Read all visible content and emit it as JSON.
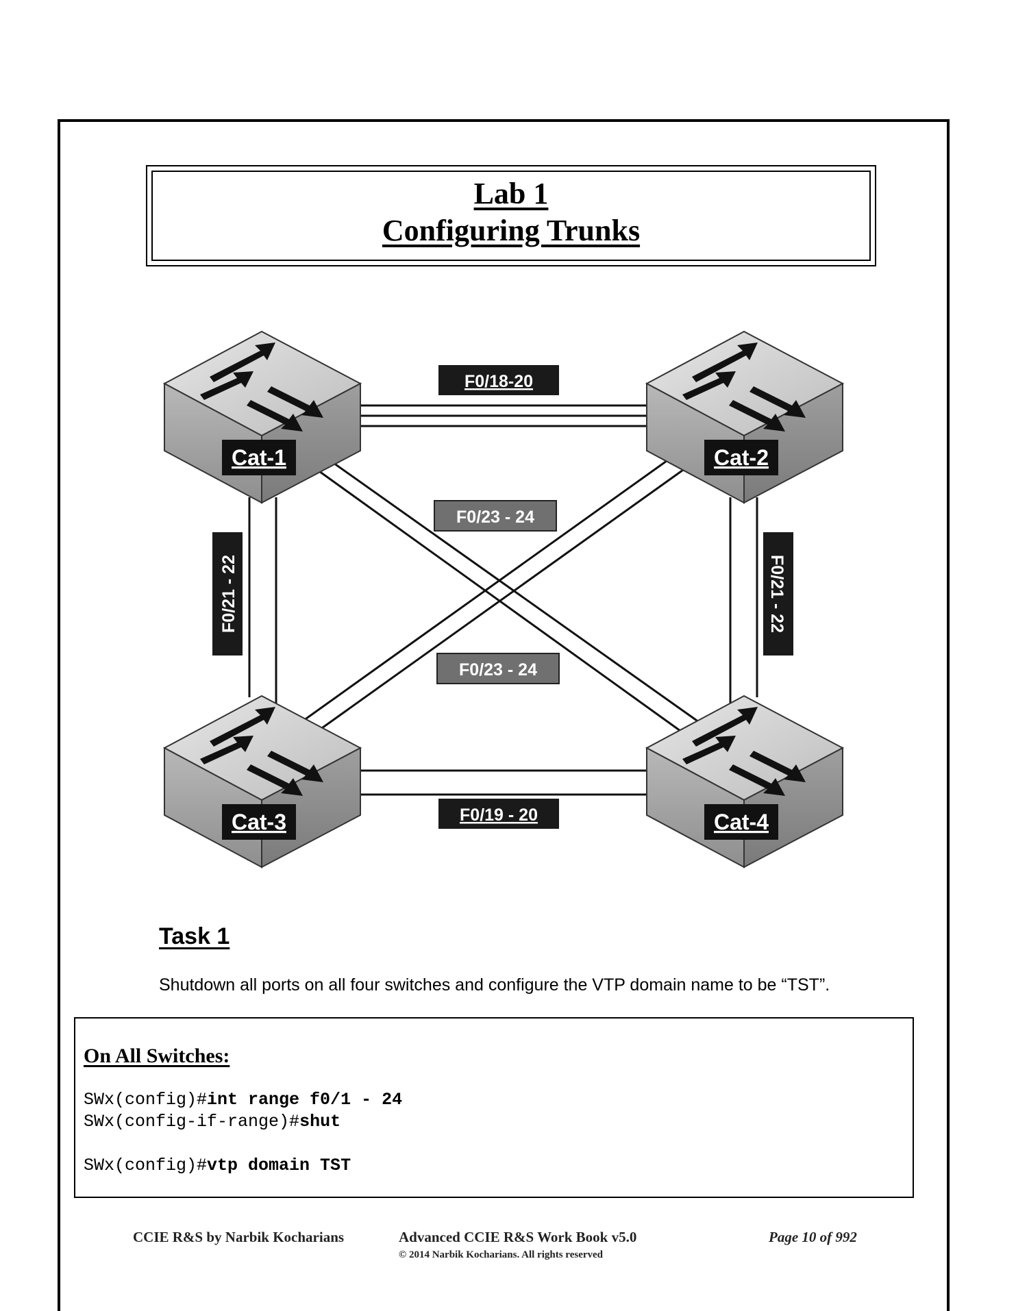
{
  "title": {
    "line1": "Lab 1",
    "line2": "Configuring Trunks"
  },
  "diagram": {
    "switches": [
      {
        "id": "cat1",
        "label": "Cat-1"
      },
      {
        "id": "cat2",
        "label": "Cat-2"
      },
      {
        "id": "cat3",
        "label": "Cat-3"
      },
      {
        "id": "cat4",
        "label": "Cat-4"
      }
    ],
    "links": [
      {
        "id": "top",
        "label": "F0/18-20"
      },
      {
        "id": "cross_a",
        "label": "F0/23 - 24"
      },
      {
        "id": "cross_b",
        "label": "F0/23 - 24"
      },
      {
        "id": "left",
        "label": "F0/21 - 22"
      },
      {
        "id": "right",
        "label": "F0/21 - 22"
      },
      {
        "id": "bottom",
        "label": "F0/19 - 20"
      }
    ]
  },
  "task": {
    "heading": "Task 1",
    "text": "Shutdown all ports on all four switches and configure the VTP domain name to be “TST”."
  },
  "config": {
    "heading": "On All Switches:",
    "lines": [
      {
        "prompt": "SWx(config)#",
        "command": "int range f0/1 - 24"
      },
      {
        "prompt": "SWx(config-if-range)#",
        "command": "shut"
      },
      {
        "prompt": "SWx(config)#",
        "command": "vtp domain TST"
      }
    ]
  },
  "footer": {
    "left": "CCIE R&S by Narbik Kocharians",
    "center": "Advanced CCIE R&S Work Book v5.0",
    "copyright": "© 2014 Narbik Kocharians. All rights reserved",
    "page": "Page 10 of 992"
  },
  "colors": {
    "label_dark": "#1a1a1a",
    "label_gray": "#707070",
    "switch_face": "#cfcfcf",
    "switch_side": "#9a9a9a"
  }
}
